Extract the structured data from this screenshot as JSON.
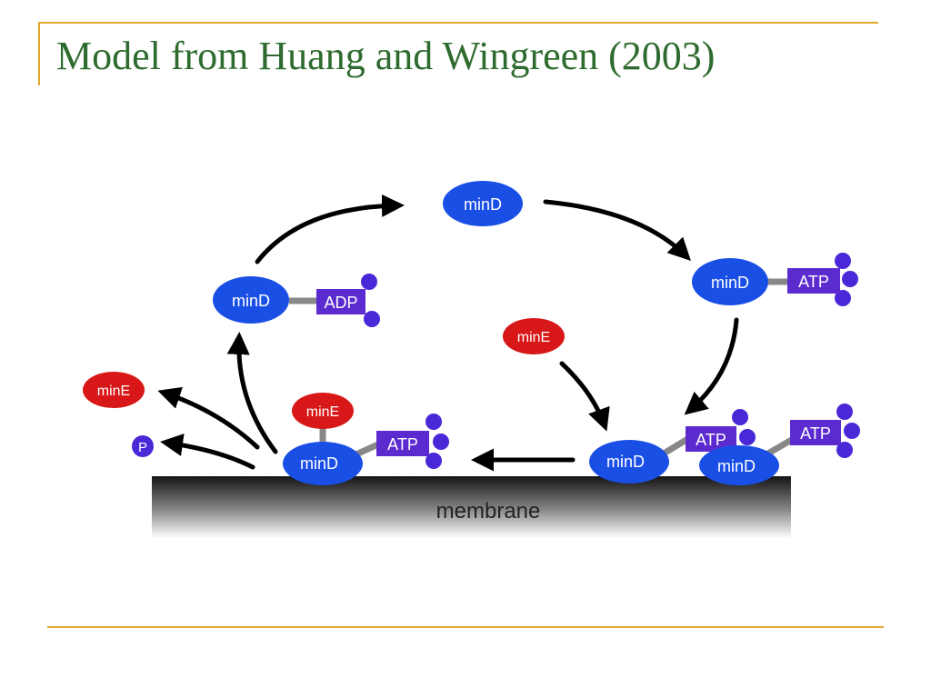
{
  "title": "Model from Huang and Wingreen (2003)",
  "labels": {
    "mind": "minD",
    "mine": "minE",
    "atp": "ATP",
    "adp": "ADP",
    "phosphate": "P",
    "membrane": "membrane"
  },
  "colors": {
    "mind": "#1a4fe6",
    "mine": "#d81818",
    "nucleotide": "#5b2bd0",
    "phosphate_dot": "#4a28d8",
    "title": "#2e6b2e",
    "rule": "#e0a828"
  }
}
